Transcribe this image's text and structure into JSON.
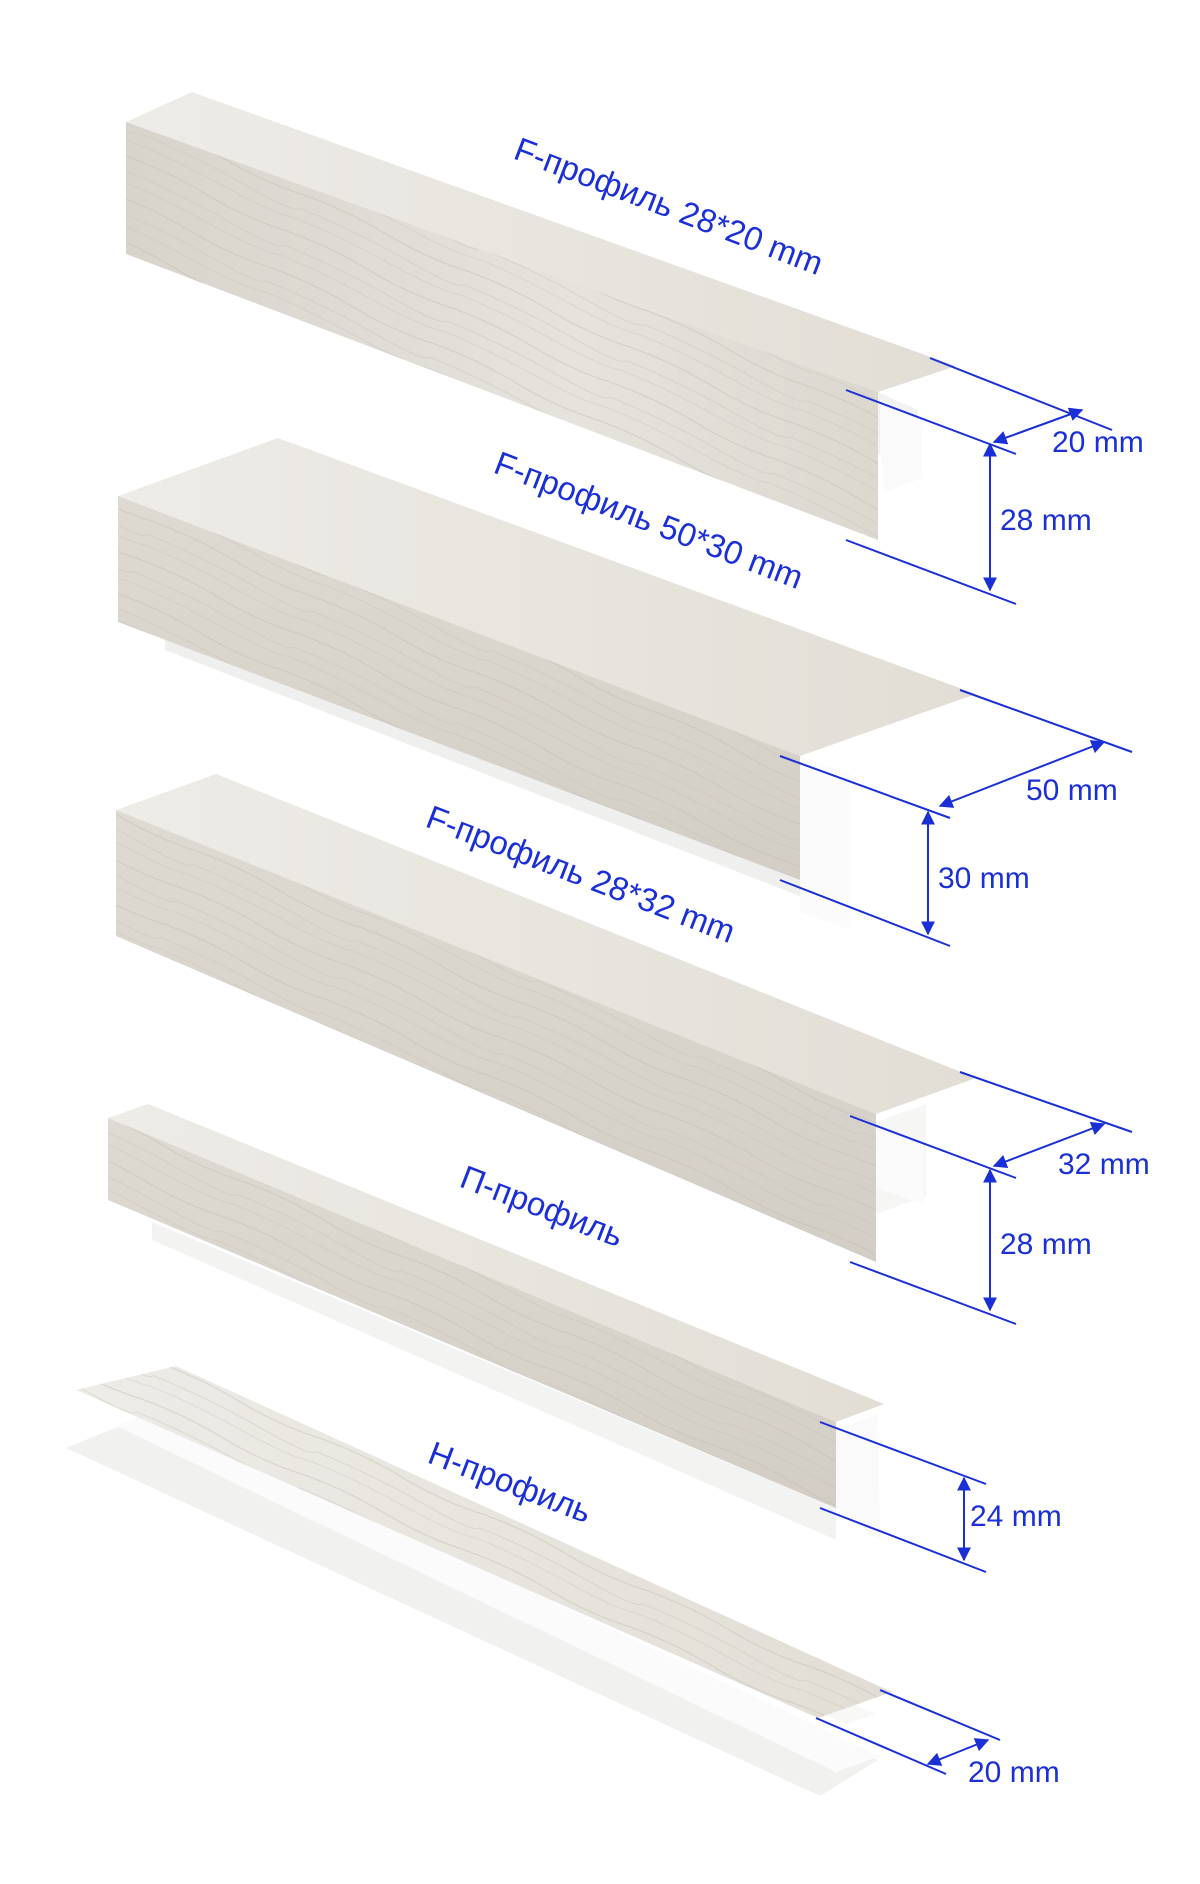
{
  "colors": {
    "annotation": "#1a2fd6",
    "wood_top": "#e7e4dd",
    "wood_front": "#d9d5cd",
    "wood_grain": "#bdb7ad",
    "white_face": "#f7f7f6",
    "white_shadow": "#e9e9e8"
  },
  "profiles": [
    {
      "name": "F-профиль 28*20 mm",
      "dimensions": [
        "20 mm",
        "28 mm"
      ]
    },
    {
      "name": "F-профиль 50*30 mm",
      "dimensions": [
        "50 mm",
        "30 mm"
      ]
    },
    {
      "name": "F-профиль 28*32 mm",
      "dimensions": [
        "32 mm",
        "28 mm"
      ]
    },
    {
      "name": "П-профиль",
      "dimensions": [
        "24 mm"
      ]
    },
    {
      "name": "H-профиль",
      "dimensions": [
        "20 mm"
      ]
    }
  ]
}
